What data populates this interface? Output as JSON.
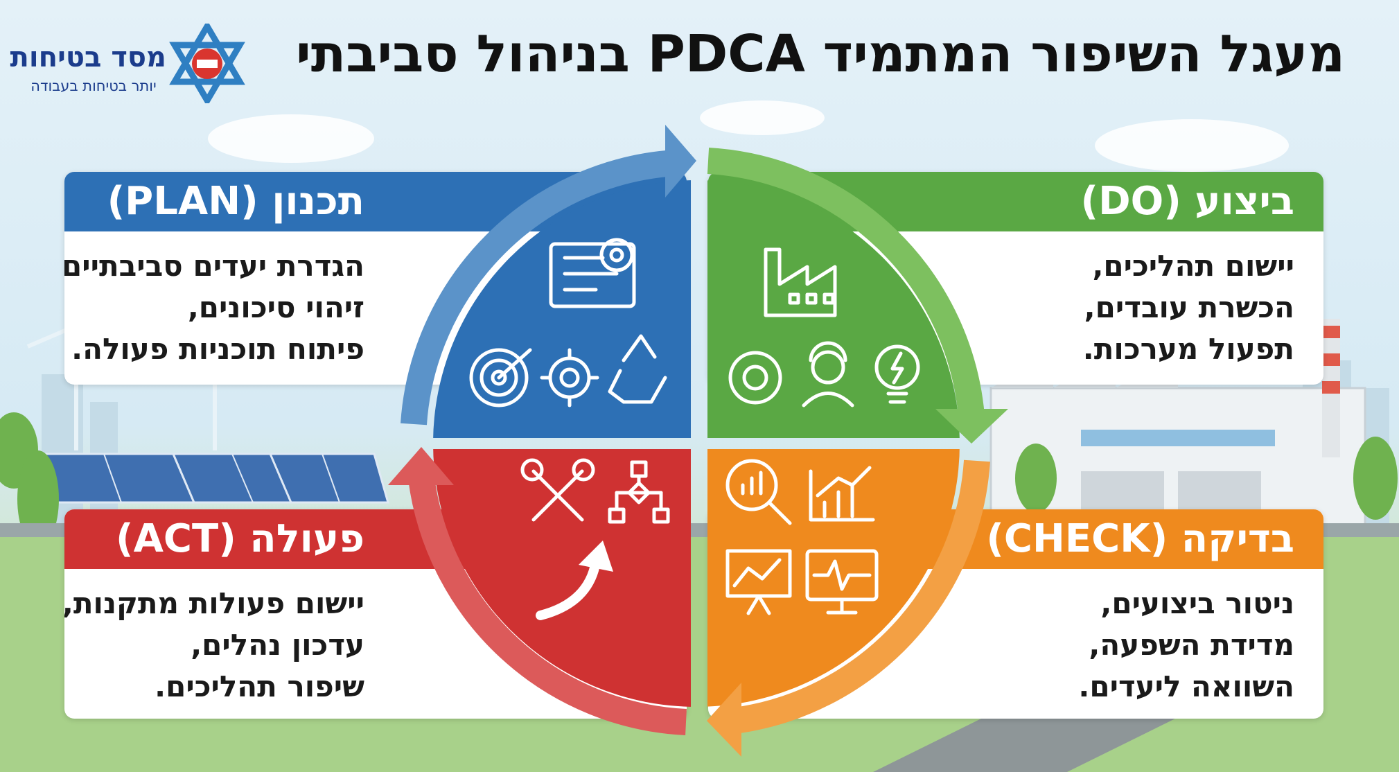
{
  "title": "מעגל השיפור המתמיד PDCA בניהול סביבתי",
  "logo": {
    "name": "מסד בטיחות",
    "slogan": "יותר בטיחות בעבודה"
  },
  "colors": {
    "plan": "#2d70b5",
    "do": "#5aa844",
    "check": "#ef8a1e",
    "act": "#cf3232"
  },
  "stages": {
    "plan": {
      "title": "תכנון (PLAN)",
      "lines": [
        "הגדרת יעדים סביבתיים,",
        "זיהוי סיכונים,",
        "פיתוח תוכניות פעולה."
      ],
      "icons": [
        "blueprint-gear-icon",
        "target-icon",
        "gear-icon",
        "recycle-icon"
      ]
    },
    "do": {
      "title": "ביצוע (DO)",
      "lines": [
        "יישום תהליכים,",
        "הכשרת עובדים,",
        "תפעול מערכות."
      ],
      "icons": [
        "factory-icon",
        "eco-gear-icon",
        "worker-icon",
        "lightbulb-icon"
      ]
    },
    "check": {
      "title": "בדיקה (CHECK)",
      "lines": [
        "ניטור ביצועים,",
        "מדידת השפעה,",
        "השוואה ליעדים."
      ],
      "icons": [
        "magnifier-chart-icon",
        "bar-chart-icon",
        "presentation-icon",
        "monitor-pulse-icon"
      ]
    },
    "act": {
      "title": "פעולה (ACT)",
      "lines": [
        "יישום פעולות מתקנות,",
        "עדכון נהלים,",
        "שיפור תהליכים."
      ],
      "icons": [
        "tools-icon",
        "flowchart-icon",
        "curved-arrow-up-icon"
      ]
    }
  }
}
